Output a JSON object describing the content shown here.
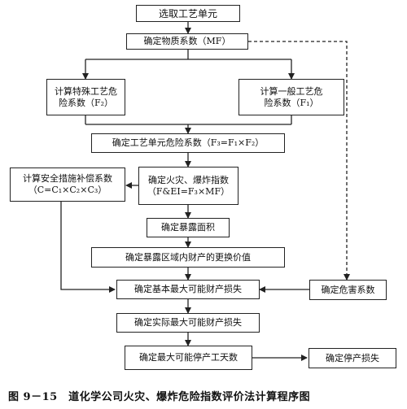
{
  "nodes": {
    "select_unit": "选取工艺单元",
    "material_factor": "确定物质系数（MF）",
    "special_hazard": [
      "计算特殊工艺危",
      "险系数（F₂）"
    ],
    "general_hazard": [
      "计算一般工艺危",
      "险系数（F₁）"
    ],
    "unit_hazard": "确定工艺单元危险系数（F₃=F₁×F₂）",
    "safety_credit": [
      "计算安全措施补偿系数",
      "（C=C₁×C₂×C₃）"
    ],
    "fei": [
      "确定火灾、爆炸指数",
      "（F&EI=F₃×MF）"
    ],
    "exposure_area": "确定暴露面积",
    "replacement_value": "确定暴露区域内财产的更换价值",
    "damage_factor": "确定危害系数",
    "base_mpdd": "确定基本最大可能财产损失",
    "actual_mpdd": "确定实际最大可能财产损失",
    "mpdo": "确定最大可能停产工天数",
    "bi": "确定停产损失"
  },
  "caption": "图 9－15　道化学公司火灾、爆炸危险指数评价法计算程序图"
}
